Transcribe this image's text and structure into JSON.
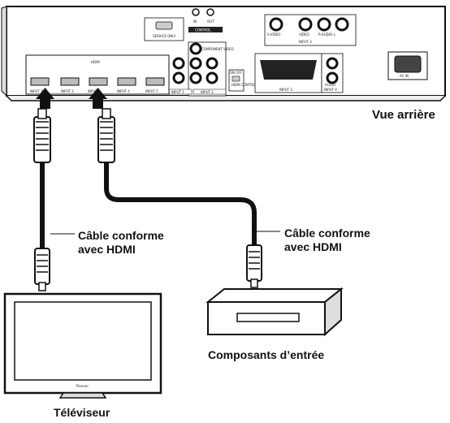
{
  "panel": {
    "service_only": "SERVICE ONLY",
    "in": "IN",
    "out": "OUT",
    "control": "CONTROL",
    "component_video": "COMPONENT VIDEO",
    "hdmi": "HDMI",
    "on_off": "ON OFF",
    "hdmi_control": "HDMI CONTROL",
    "hdmi_inputs": [
      "INPUT 1",
      "INPUT 2",
      "INPUT 3",
      "INPUT 4",
      "INPUT 5"
    ],
    "input_a": "INPUT 1",
    "input_b": "INPUT 2",
    "s_video": "S-VIDEO",
    "video": "VIDEO",
    "r_audio_l": "R-AUDIO-L",
    "input3_top": "INPUT 3",
    "input3_scart": "INPUT 3",
    "input4": "INPUT 4",
    "audio": "AUDIO",
    "ac_in": "AC IN"
  },
  "labels": {
    "rear_view": "Vue arrière",
    "cable_left_line1": "Câble conforme",
    "cable_left_line2": "avec HDMI",
    "cable_right_line1": "Câble conforme",
    "cable_right_line2": "avec HDMI",
    "input_components": "Composants d’entrée",
    "tv": "Téléviseur",
    "tv_brand": "Pioneer"
  }
}
